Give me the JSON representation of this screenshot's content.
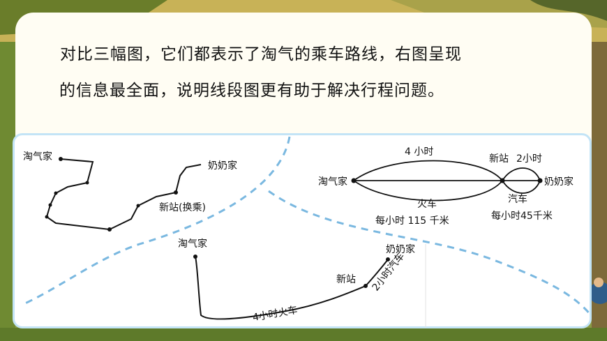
{
  "slide": {
    "sentence_line1": "对比三幅图，它们都表示了淘气的乘车路线，右图呈现",
    "sentence_line2": "的信息最全面，说明线段图更有助于解决行程问题。"
  },
  "map_left": {
    "start": "淘气家",
    "station": "新站(换乘)",
    "end": "奶奶家"
  },
  "map_right": {
    "start": "淘气家",
    "station": "新站",
    "end": "奶奶家",
    "train_time": "4 小时",
    "car_time": "2小时",
    "train_label": "火车",
    "train_speed": "每小时 115 千米",
    "car_label": "汽车",
    "car_speed": "每小时45千米"
  },
  "map_bottom": {
    "start": "淘气家",
    "station": "新站",
    "end": "奶奶家",
    "train_note": "4小时火车",
    "car_note": "2小时汽车"
  },
  "colors": {
    "card": "#fffdf3",
    "panel_border": "#c3e4f6",
    "dashed_divider": "#7ab8e0",
    "ink": "#111111"
  }
}
